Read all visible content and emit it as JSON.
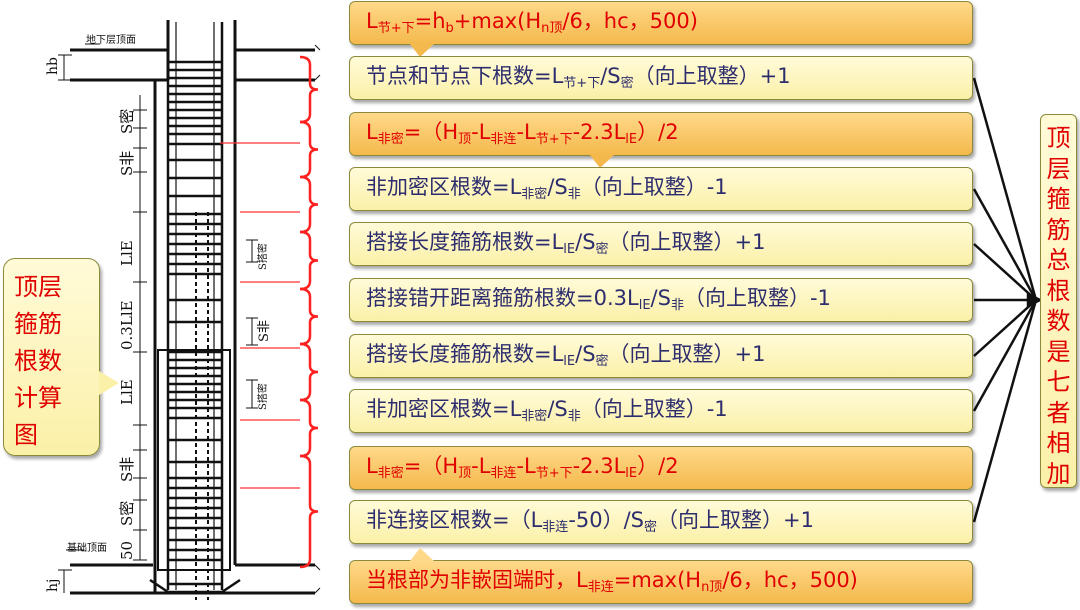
{
  "drawing_labels": {
    "basement_top": "地下层顶面",
    "foundation_top": "基础顶面",
    "hb": "hb",
    "hj": "hj",
    "s_dense_top": "S密",
    "s_non_top": "S非",
    "lle_top": "LlE",
    "lle_03": "0.3LlE",
    "lle_bottom": "LlE",
    "s_non_bottom": "S非",
    "s_dense_bottom": "S密",
    "dim_50": "50",
    "s_lap_top": "S搭密",
    "s_non_mid": "S非",
    "s_lap_bottom": "S搭密"
  },
  "boxes": [
    {
      "style": "formula",
      "text": "L<sub>节+下</sub>=h<sub>b</sub>+max(H<sub>n顶</sub>/6，hc，500)"
    },
    {
      "style": "count",
      "text": "节点和节点下根数=L<sub>节+下</sub>/S<sub>密</sub>（向上取整）+1"
    },
    {
      "style": "formula",
      "text": "L<sub>非密</sub>=（H<sub>顶</sub>-L<sub>非连</sub>-L<sub>节+下</sub>-2.3L<sub>lE</sub>）/2"
    },
    {
      "style": "count",
      "text": "非加密区根数=L<sub>非密</sub>/S<sub>非</sub>（向上取整）-1"
    },
    {
      "style": "count",
      "text": "搭接长度箍筋根数=L<sub>lE</sub>/S<sub>密</sub>（向上取整）+1"
    },
    {
      "style": "count",
      "text": "搭接错开距离箍筋根数=0.3L<sub>lE</sub>/S<sub>非</sub>（向上取整）-1"
    },
    {
      "style": "count",
      "text": "搭接长度箍筋根数=L<sub>lE</sub>/S<sub>密</sub>（向上取整）+1"
    },
    {
      "style": "count",
      "text": "非加密区根数=L<sub>非密</sub>/S<sub>非</sub>（向上取整）-1"
    },
    {
      "style": "formula",
      "text": "L<sub>非密</sub>=（H<sub>顶</sub>-L<sub>非连</sub>-L<sub>节+下</sub>-2.3L<sub>lE</sub>）/2"
    },
    {
      "style": "count",
      "text": "非连接区根数=（L<sub>非连</sub>-50）/S<sub>密</sub>（向上取整）+1"
    },
    {
      "style": "formula",
      "text": "当根部为非嵌固端时，L<sub>非连</sub>=max(H<sub>n顶</sub>/6，hc，500)"
    }
  ],
  "left_callout": [
    "顶层",
    "箍筋",
    "根数",
    "计算",
    "图"
  ],
  "right_callout": [
    "顶",
    "层",
    "箍",
    "筋",
    "总",
    "根",
    "数",
    "是",
    "七",
    "者",
    "相",
    "加"
  ]
}
